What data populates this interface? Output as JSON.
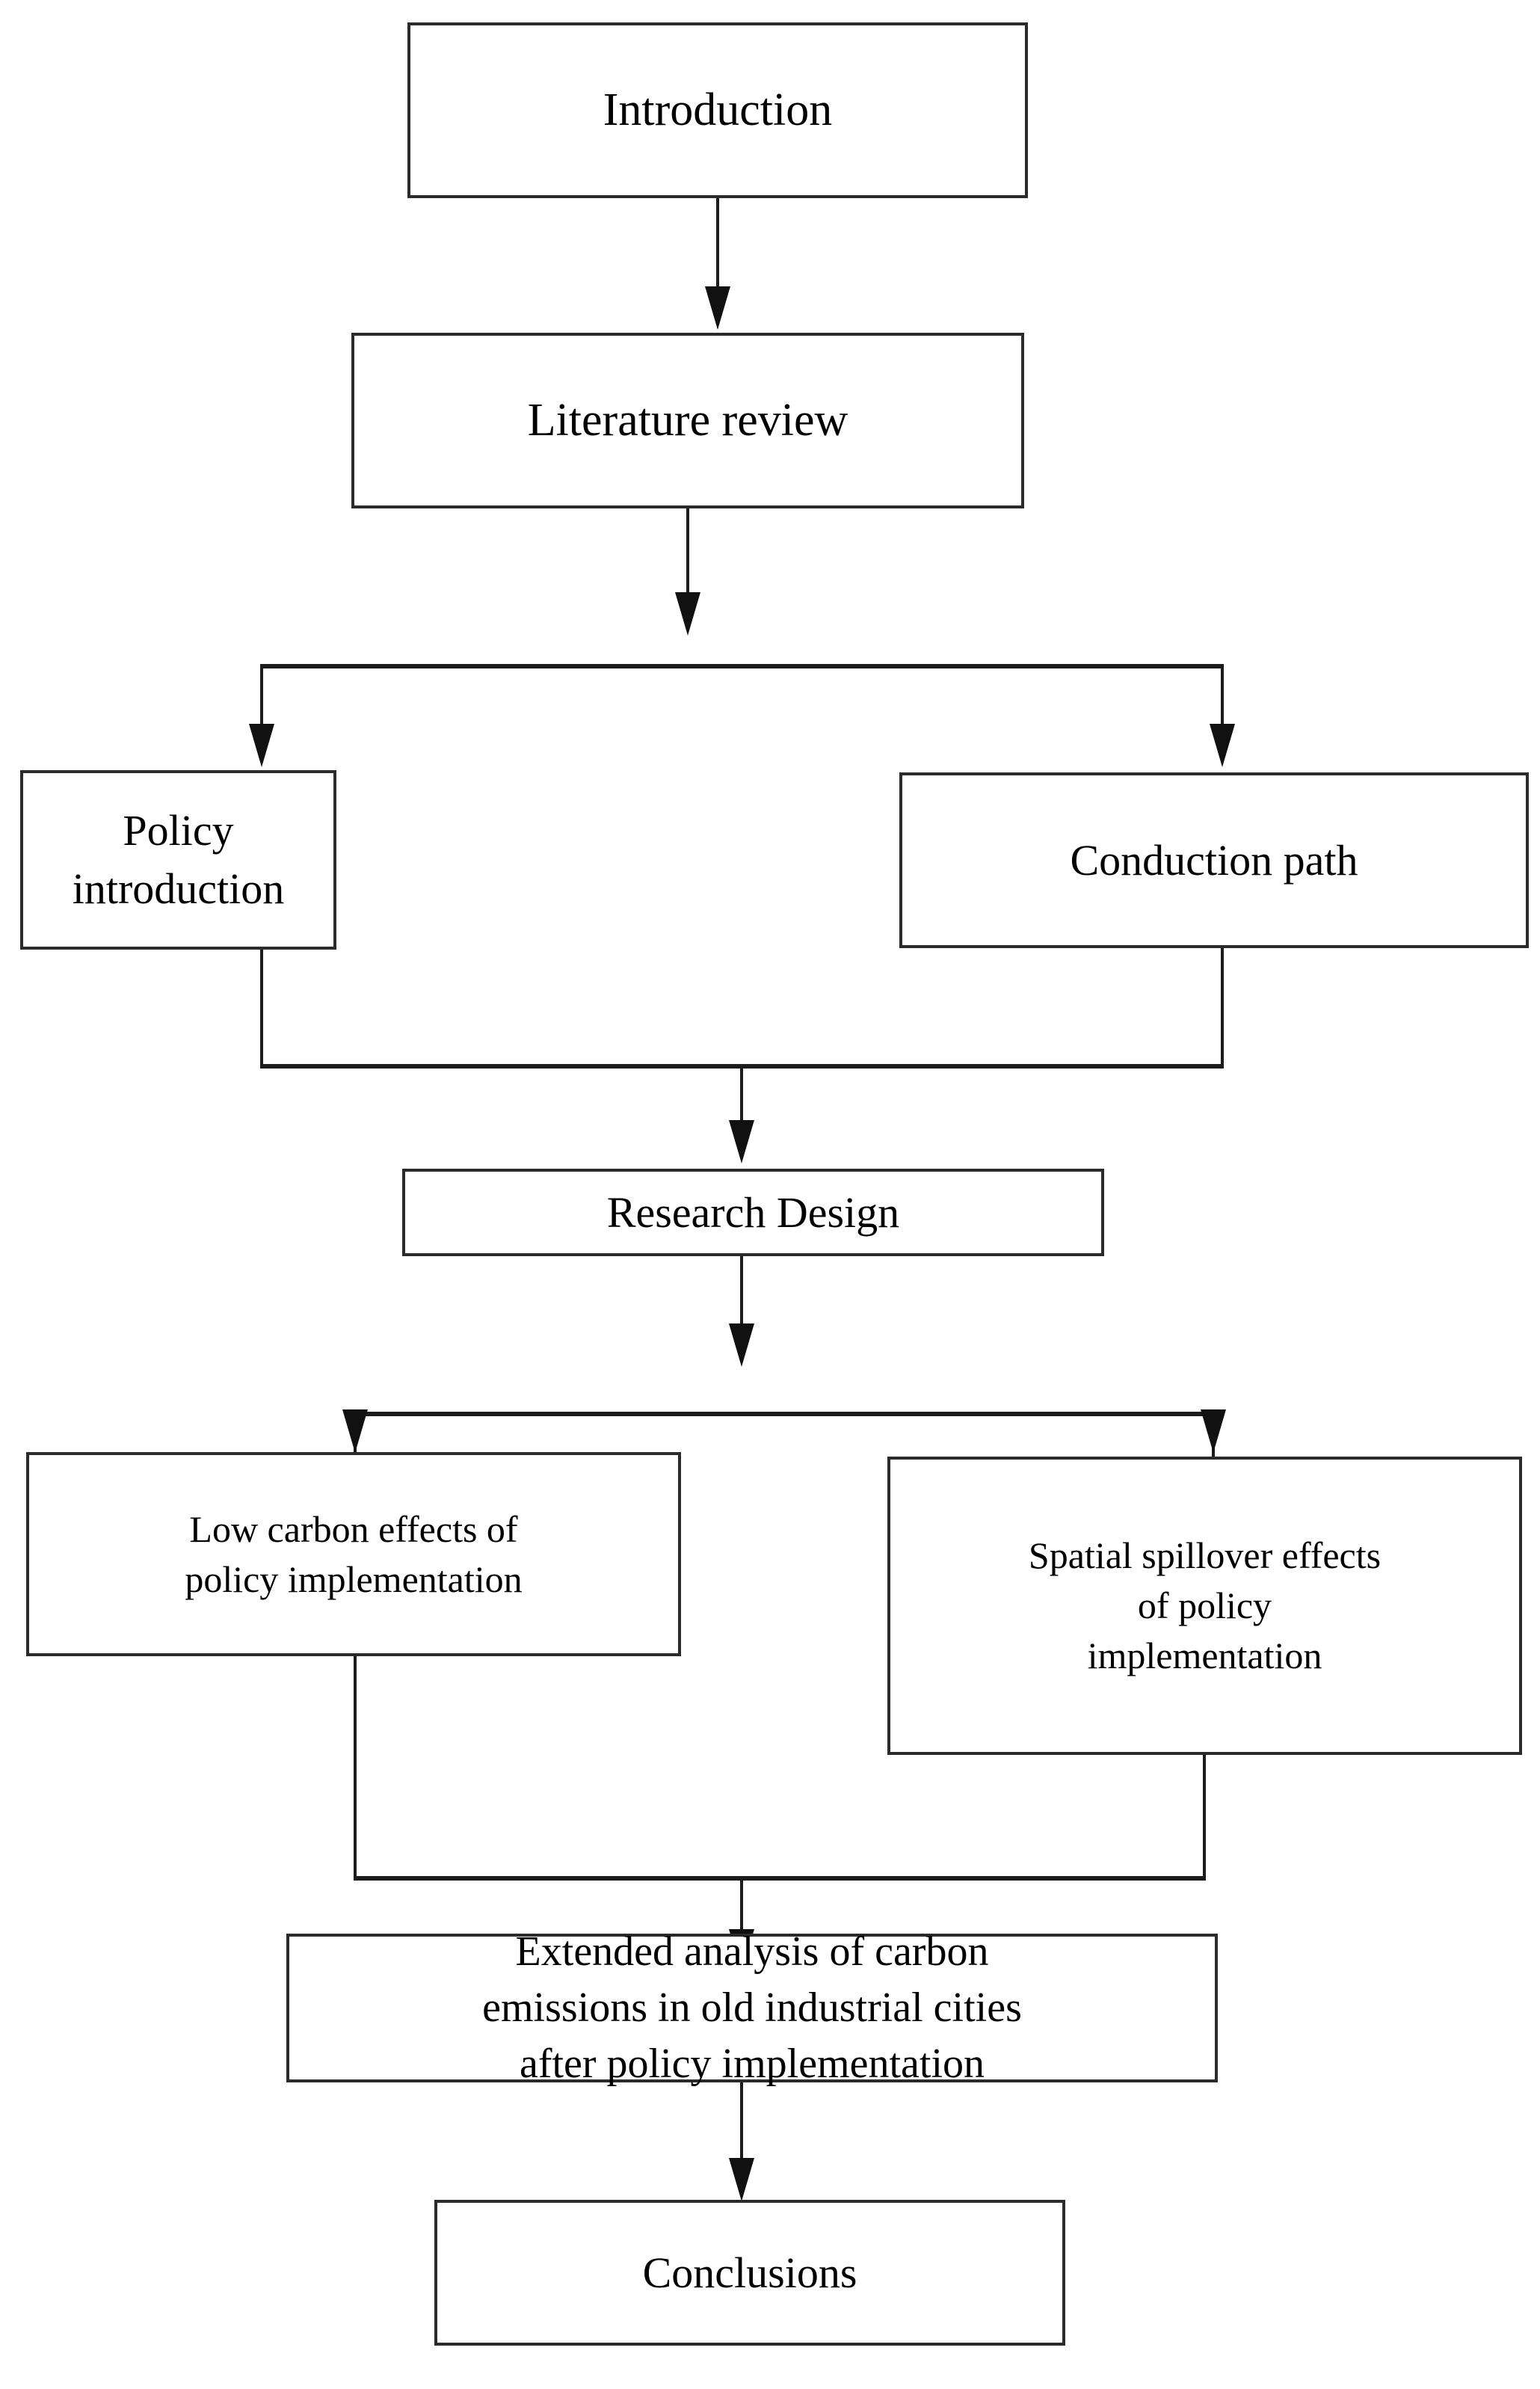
{
  "diagram": {
    "title": "Research framework flowchart",
    "orientation": "top-to-bottom",
    "background_color": "#ffffff",
    "box_border_color": "#2b2b2b",
    "connector_color": "#1c1c1c",
    "nodes": [
      {
        "id": "introduction",
        "label": "Introduction"
      },
      {
        "id": "literature",
        "label": "Literature review"
      },
      {
        "id": "policy-intro",
        "label": "Policy introduction"
      },
      {
        "id": "conduction",
        "label": "Conduction path"
      },
      {
        "id": "research-design",
        "label": "Research Design"
      },
      {
        "id": "lowcarbon",
        "label": "Low carbon effects of\npolicy implementation"
      },
      {
        "id": "spillover",
        "label": "Spatial spillover effects\nof policy\nimplementation"
      },
      {
        "id": "extended",
        "label": "Extended analysis of carbon\nemissions in old industrial cities\nafter policy implementation"
      },
      {
        "id": "conclusions",
        "label": "Conclusions"
      }
    ],
    "edges": [
      {
        "from": "introduction",
        "to": "literature",
        "type": "straight-arrow"
      },
      {
        "from": "literature",
        "to": "policy-intro",
        "type": "split-arrow"
      },
      {
        "from": "literature",
        "to": "conduction",
        "type": "split-arrow"
      },
      {
        "from": "policy-intro",
        "to": "research-design",
        "type": "merge-arrow"
      },
      {
        "from": "conduction",
        "to": "research-design",
        "type": "merge-arrow"
      },
      {
        "from": "research-design",
        "to": "lowcarbon",
        "type": "split-arrow"
      },
      {
        "from": "research-design",
        "to": "spillover",
        "type": "split-arrow"
      },
      {
        "from": "lowcarbon",
        "to": "extended",
        "type": "merge-arrow"
      },
      {
        "from": "spillover",
        "to": "extended",
        "type": "merge-arrow"
      },
      {
        "from": "extended",
        "to": "conclusions",
        "type": "straight-arrow"
      }
    ]
  }
}
